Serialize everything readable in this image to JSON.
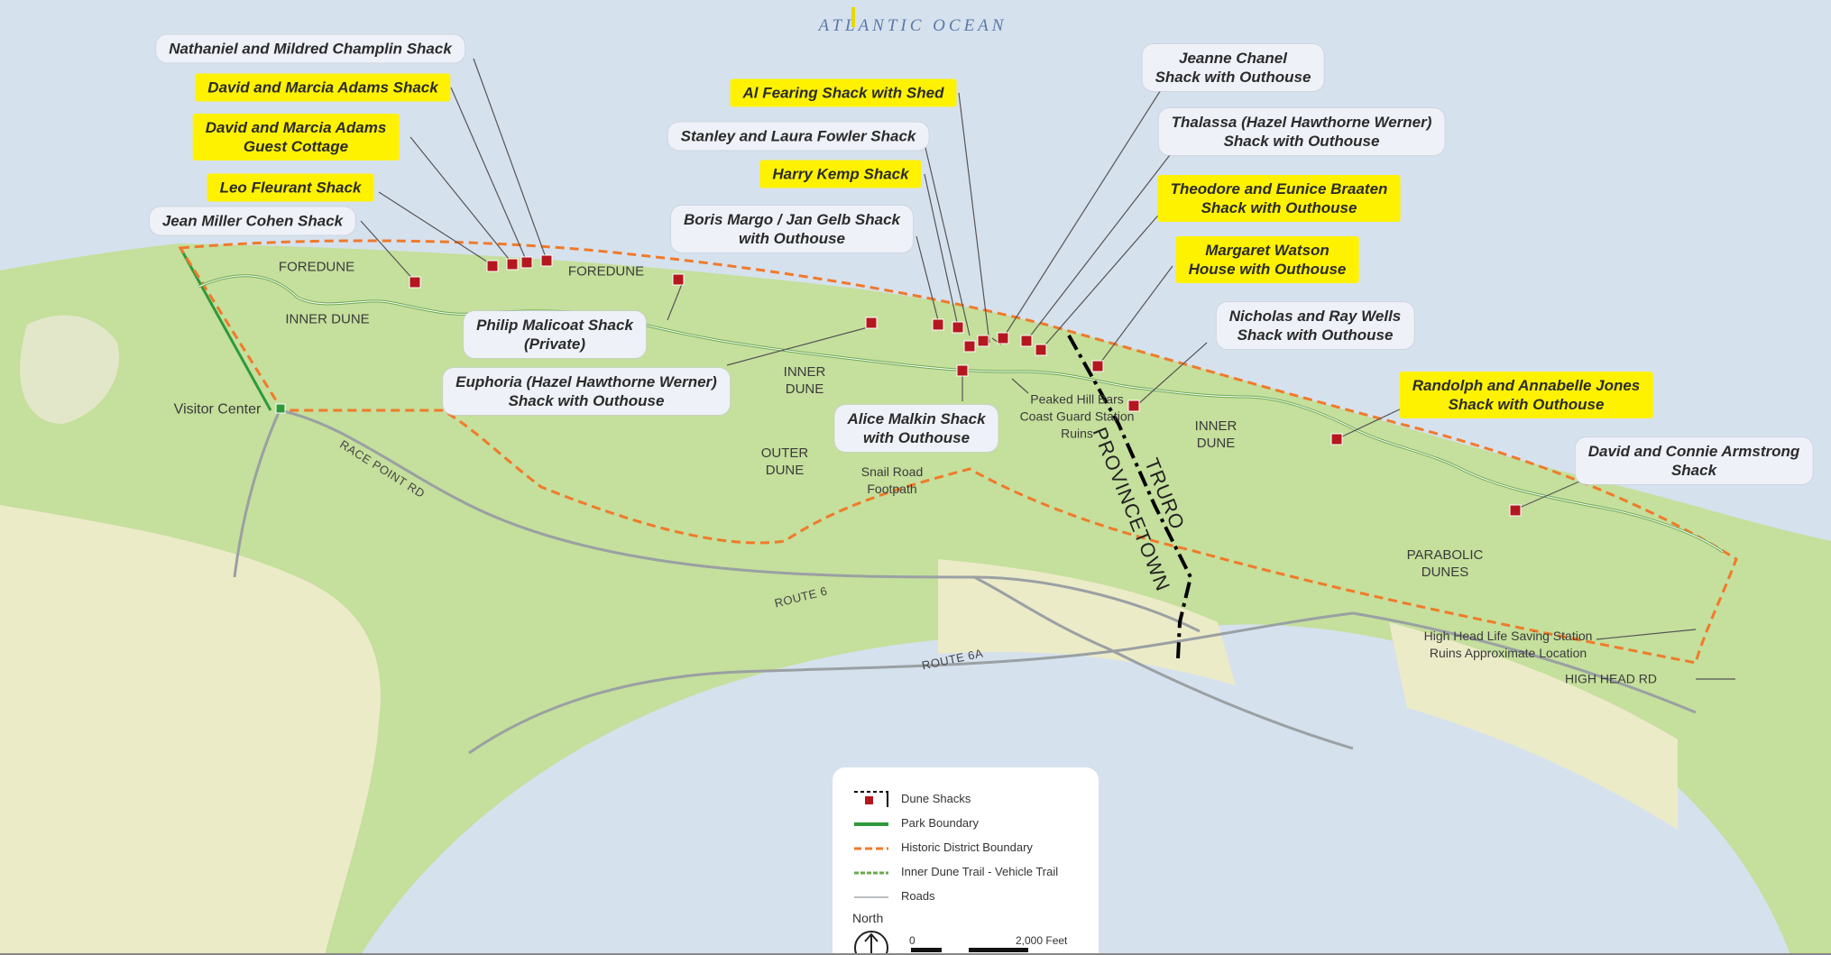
{
  "map": {
    "ocean_label": "ATLANTIC OCEAN",
    "boundary_labels": {
      "truro": "TRURO",
      "provincetown": "PROVINCETOWN"
    },
    "colors": {
      "water": "#d6e1ee",
      "land_green": "#c5df9c",
      "land_tan": "#ecebc8",
      "land_pale": "#dde8c0",
      "road": "#9aa0a3",
      "shack": "#b5171f",
      "park_boundary": "#2e9a3c",
      "historic_boundary": "#f07a2a",
      "trail": "#6aa84f",
      "highlight": "#fff200"
    },
    "area_labels": [
      "FOREDUNE",
      "FOREDUNE",
      "INNER DUNE",
      "INNER\nDUNE",
      "OUTER\nDUNE",
      "Snail Road\nFootpath",
      "Peaked Hill Bars\nCoast Guard Station\nRuins",
      "INNER\nDUNE",
      "PARABOLIC\nDUNES",
      "High Head Life Saving Station\nRuins Approximate Location",
      "HIGH HEAD RD",
      "Visitor Center"
    ],
    "road_labels": [
      "RACE POINT RD",
      "ROUTE 6",
      "ROUTE 6A"
    ],
    "shacks": [
      {
        "name": "Nathaniel and Mildred Champlin Shack",
        "highlighted": false
      },
      {
        "name": "David and Marcia Adams Shack",
        "highlighted": true
      },
      {
        "name": "David and Marcia Adams\nGuest Cottage",
        "highlighted": true
      },
      {
        "name": "Leo Fleurant Shack",
        "highlighted": true
      },
      {
        "name": "Jean Miller Cohen Shack",
        "highlighted": false
      },
      {
        "name": "Al Fearing Shack with Shed",
        "highlighted": true
      },
      {
        "name": "Stanley and Laura Fowler Shack",
        "highlighted": false
      },
      {
        "name": "Harry Kemp Shack",
        "highlighted": true
      },
      {
        "name": "Boris Margo / Jan Gelb Shack\nwith Outhouse",
        "highlighted": false
      },
      {
        "name": "Philip Malicoat Shack\n(Private)",
        "highlighted": false
      },
      {
        "name": "Euphoria (Hazel Hawthorne Werner)\nShack with Outhouse",
        "highlighted": false
      },
      {
        "name": "Alice Malkin Shack\nwith Outhouse",
        "highlighted": false
      },
      {
        "name": "Jeanne Chanel\nShack with Outhouse",
        "highlighted": false
      },
      {
        "name": "Thalassa (Hazel Hawthorne Werner)\nShack with Outhouse",
        "highlighted": false
      },
      {
        "name": "Theodore and Eunice Braaten\nShack with Outhouse",
        "highlighted": true
      },
      {
        "name": "Margaret Watson\nHouse with Outhouse",
        "highlighted": true
      },
      {
        "name": "Nicholas and Ray Wells\nShack with Outhouse",
        "highlighted": false
      },
      {
        "name": "Randolph and Annabelle Jones\nShack with Outhouse",
        "highlighted": true
      },
      {
        "name": "David and Connie Armstrong\nShack",
        "highlighted": false
      }
    ]
  },
  "legend": {
    "items": [
      {
        "label": "Dune Shacks",
        "symbol": "shack-square"
      },
      {
        "label": "Park Boundary",
        "symbol": "solid-green-line"
      },
      {
        "label": "Historic District Boundary",
        "symbol": "dashed-orange-line"
      },
      {
        "label": "Inner Dune Trail - Vehicle Trail",
        "symbol": "trail-line"
      },
      {
        "label": "Roads",
        "symbol": "gray-line"
      }
    ],
    "north_label": "North",
    "scale_zero": "0",
    "scale_distance": "2,000 Feet"
  }
}
